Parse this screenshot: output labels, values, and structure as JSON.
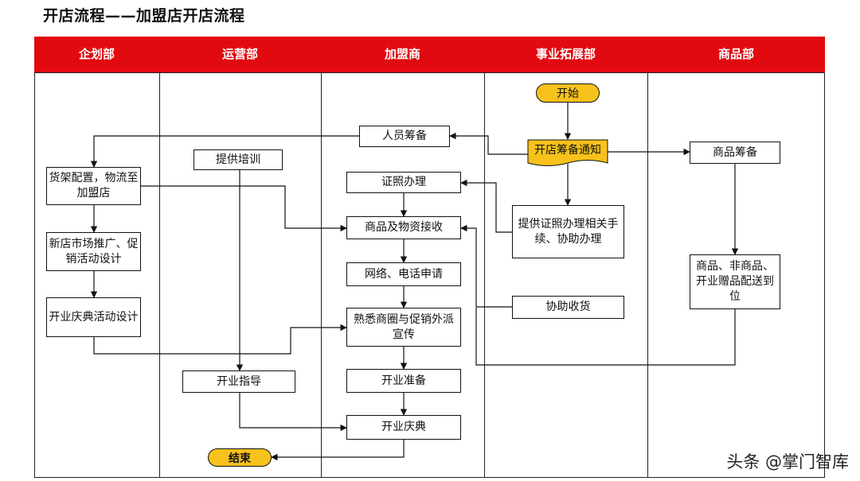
{
  "title": "开店流程——加盟店开店流程",
  "columns": [
    "企划部",
    "运营部",
    "加盟商",
    "事业拓展部",
    "商品部"
  ],
  "nodes": {
    "start": "开始",
    "notice": "开店筹备通知",
    "staff": "人员筹备",
    "training": "提供培训",
    "goods_prep": "商品筹备",
    "shelf": "货架配置，物流至加盟店",
    "license": "证照办理",
    "license_help": "提供证照办理相关手续、协助办理",
    "receive": "商品及物资接收",
    "promo_design": "新店市场推广、促销活动设计",
    "network": "网络、电话申请",
    "delivery": "商品、非商品、开业赠品配送到位",
    "assist_receive": "协助收货",
    "ceremony_design": "开业庆典活动设计",
    "familiar": "熟悉商圈与促销外派宣传",
    "guide": "开业指导",
    "prep": "开业准备",
    "ceremony": "开业庆典",
    "end": "结束"
  },
  "watermark": "头条 @掌门智库",
  "colors": {
    "header": "#e10a10",
    "pill": "#f7c21b",
    "notice": "#f7c21b"
  }
}
